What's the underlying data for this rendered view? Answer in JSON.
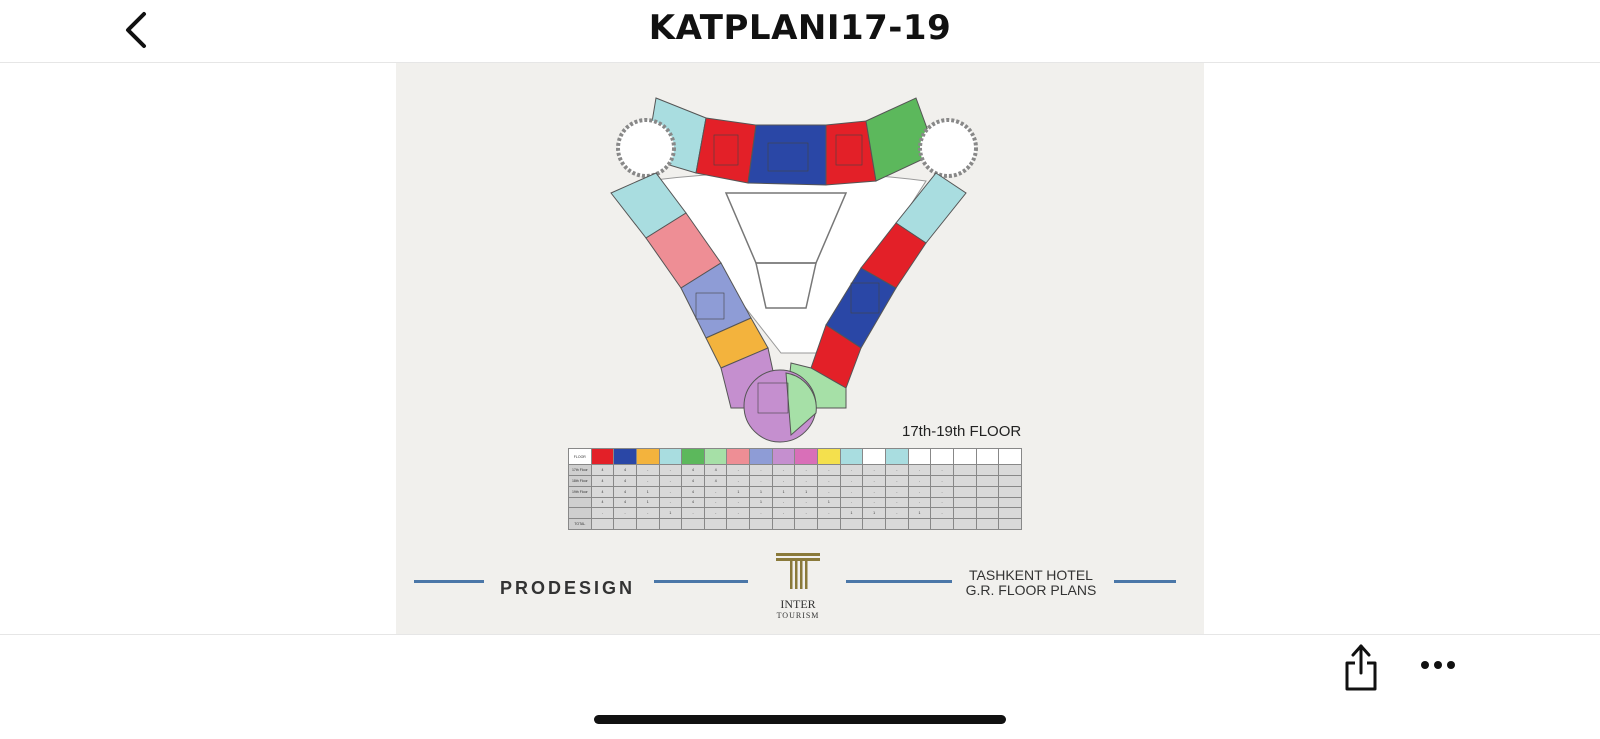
{
  "header": {
    "title": "KATPLANI17-19",
    "back_icon": "chevron-left-icon"
  },
  "document": {
    "floor_label": "17th-19th FLOOR",
    "table": {
      "headers": [
        "FLOOR",
        "",
        "",
        "",
        "",
        "",
        "",
        "",
        "",
        "",
        "",
        "",
        "",
        "",
        "",
        "",
        "",
        "",
        "",
        ""
      ],
      "rows": [
        [
          "17th Floor",
          "4",
          "4",
          "-",
          "-",
          "4",
          "4",
          "-",
          "-",
          "-",
          "-",
          "-",
          "-",
          "-",
          "-",
          "-",
          "-",
          "",
          "",
          ""
        ],
        [
          "18th Floor",
          "4",
          "4",
          "-",
          "-",
          "4",
          "4",
          "-",
          "-",
          "-",
          "-",
          "-",
          "-",
          "-",
          "-",
          "-",
          "-",
          "",
          "",
          ""
        ],
        [
          "19th Floor",
          "4",
          "4",
          "1",
          "-",
          "4",
          "-",
          "1",
          "1",
          "1",
          "1",
          "-",
          "-",
          "-",
          "-",
          "-",
          "-",
          "",
          "",
          ""
        ],
        [
          "",
          "4",
          "4",
          "1",
          "-",
          "4",
          "-",
          "-",
          "1",
          "-",
          "-",
          "1",
          "-",
          "-",
          "-",
          "-",
          "-",
          "",
          "",
          ""
        ],
        [
          "",
          "-",
          "-",
          "-",
          "1",
          "-",
          "-",
          "-",
          "-",
          "-",
          "-",
          "-",
          "1",
          "1",
          "-",
          "1",
          "-",
          "",
          "",
          ""
        ],
        [
          "TOTAL",
          "",
          "",
          "",
          "",
          "",
          "",
          "",
          "",
          "",
          "",
          "",
          "",
          "",
          "",
          "",
          "",
          "",
          "",
          ""
        ]
      ]
    },
    "footer": {
      "brand_left": "PRODESIGN",
      "logo_line1": "INTER",
      "logo_line2": "TOURISM",
      "hotel_line1": "TASHKENT HOTEL",
      "hotel_line2": "G.R. FLOOR PLANS"
    },
    "colors": {
      "accent_line": "#4b77a8",
      "red": "#e32028",
      "blue": "#2a47a6",
      "green": "#5cb85c",
      "light_blue": "#a9dde0",
      "pink": "#ee8e95",
      "lavender": "#8e9cd6",
      "orange": "#f3b33d",
      "purple": "#c58fcf",
      "mint": "#a6e0a7"
    }
  },
  "toolbar": {
    "share_icon": "share-icon",
    "more_icon": "more-icon"
  }
}
